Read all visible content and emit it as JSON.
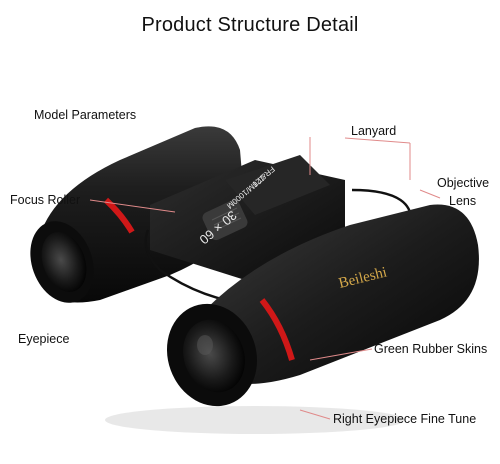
{
  "title": "Product Structure Detail",
  "labels": {
    "model_parameters": "Model Parameters",
    "focus_roller": "Focus Roller",
    "eyepiece": "Eyepiece",
    "lanyard": "Lanyard",
    "objective_lens_line1": "Objective",
    "objective_lens_line2": "Lens",
    "green_rubber_skins": "Green Rubber Skins",
    "right_eyepiece_fine_tune": "Right Eyepiece Fine Tune"
  },
  "product_markings": {
    "brand": "Beileshi",
    "magnification": "30 × 60",
    "spec_line1": "126M/1000M",
    "spec_line2": "FR&T.T"
  },
  "colors": {
    "body": "#1b1b1b",
    "accent_ring": "#d01818",
    "leader_line": "#e08a8a",
    "brand_text": "#d4a84a"
  }
}
